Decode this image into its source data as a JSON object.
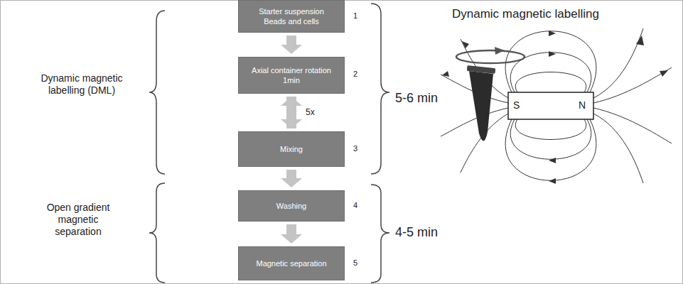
{
  "diagram": {
    "nodes": [
      {
        "text": [
          "Starter suspension",
          "Beads and cells"
        ]
      },
      {
        "text": [
          "Axial container rotation",
          "1min"
        ]
      },
      {
        "text": [
          "Mixing"
        ]
      },
      {
        "text": [
          "Washing"
        ]
      },
      {
        "text": [
          "Magnetic separation"
        ]
      }
    ],
    "edges": [
      {
        "from": 0,
        "to": 1,
        "arrow": "to"
      },
      {
        "from": 1,
        "to": 2,
        "arrow": "to"
      },
      {
        "from": 2,
        "to": 3,
        "arrow": "to"
      },
      {
        "from": 3,
        "to": 4,
        "arrow": "to"
      },
      {
        "from": 2,
        "to": 1,
        "label": "5x",
        "arrow": "to"
      }
    ],
    "labels": [
      "Dynamic magnetic labelling (DML)",
      "1",
      "2",
      "3",
      "4",
      "5",
      "5-6 min",
      "Open gradient magnetic separation",
      "4-5 min",
      "Dynamic magnetic labelling",
      "S",
      "N"
    ]
  }
}
